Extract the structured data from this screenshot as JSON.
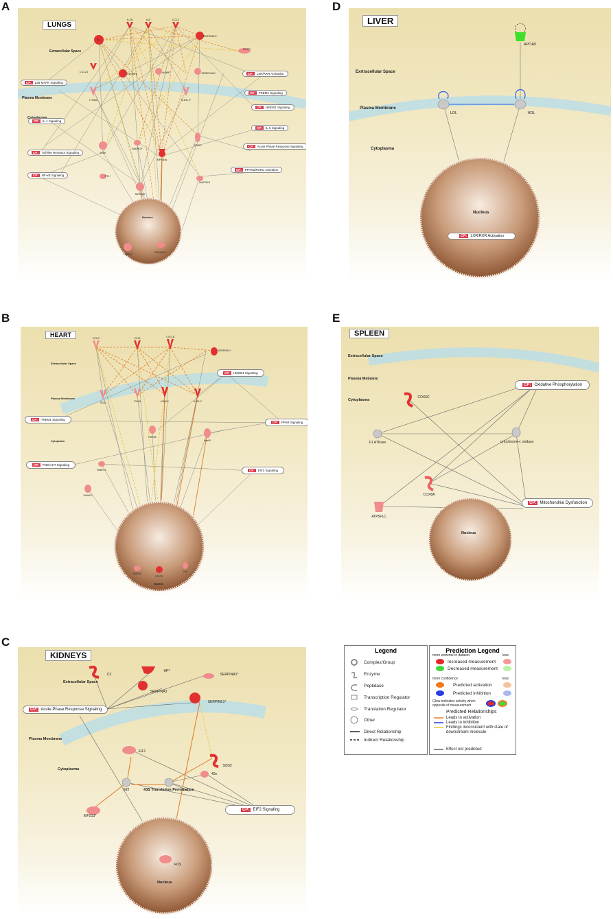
{
  "panel_labels": {
    "A": "A",
    "B": "B",
    "C": "C",
    "D": "D",
    "E": "E"
  },
  "lungs": {
    "title": "LUNGS",
    "regions": {
      "extracellular": "Extracellular Space",
      "membrane": "Plasma Membrane",
      "cytoplasm": "Cytoplasma",
      "nucleus": "Nucleus"
    },
    "molecules": [
      "IL1B",
      "IL6",
      "CCL2",
      "SERPINE1*",
      "IL1",
      "PLAT*",
      "CCL21",
      "TNFAIP6",
      "HAMP",
      "SERPINA1*",
      "ITGB2",
      "IL1RL1*",
      "IRAK",
      "MAPK3*",
      "SOD2",
      "NFKBIA",
      "FTL*",
      "MAP3K8",
      "MKK3/6",
      "TNIP1*",
      "TNFAIP3*"
    ],
    "pathways": [
      "LXR/RXR Activation",
      "p38 MAPK Signaling",
      "TREM1 Signaling",
      "HMGB1 Signaling",
      "IL-1 Signaling",
      "IL-6 Signaling",
      "Acute Phase Response Signaling",
      "Toll-like Receptor Signaling",
      "PPARα/RXRα Activation",
      "NF-κB Signaling"
    ]
  },
  "liver": {
    "title": "LIVER",
    "regions": {
      "extracellular": "Exrtracellular Space",
      "membrane": "Plasma Membrane",
      "cytoplasm": "Cytoplasma",
      "nucleus": "Nucleus"
    },
    "molecules": [
      "APOA5",
      "LDL",
      "HDL"
    ],
    "pathways": [
      "LXR/RXR Activation"
    ]
  },
  "heart": {
    "title": "HEART",
    "regions": {
      "extracellular": "Extracellular Space",
      "membrane": "Plasma Membrane",
      "cytoplasm": "Cytoplasm",
      "nucleus": "Nucleus"
    },
    "molecules": [
      "CCL3*",
      "CCL2",
      "CXCL8",
      "SERPINE1*",
      "SELE",
      "ITGA5",
      "ICAM1*",
      "IL1RL1*",
      "HSPA5",
      "Hsp90",
      "PABPC1",
      "YWHAZ*",
      "HMGN1",
      "STAT3*",
      "Hsf"
    ],
    "pathways": [
      "HMGB1 Signaling",
      "TREM1 Signaling",
      "PPAR Signaling",
      "PI3K/AKT Signaling",
      "EIF2 Signaling"
    ]
  },
  "spleen": {
    "title": "SPLEEN",
    "regions": {
      "extracellular": "Extracellular Space",
      "membrane": "Plasma Mebrane",
      "cytoplasm": "Cytoplasma",
      "nucleus": "Nucleus"
    },
    "molecules": [
      "COX6C",
      "F1 ATPase",
      "cytochrome-c oxidase",
      "COX8A",
      "ATP5F1C"
    ],
    "pathways": [
      "Oxidative Phosphorylation",
      "Mitochondrial Dysfunction"
    ]
  },
  "kidneys": {
    "title": "KIDNEYS",
    "regions": {
      "extracellular": "Extracellular Space",
      "membrane": "Plasma Membrane",
      "cytoplasm": "Cytoplasma",
      "nucleus": "Nucleus"
    },
    "molecules": [
      "C3",
      "HP*",
      "SERPINA3",
      "SERPINA1*",
      "SERPINE1*",
      "EIF1",
      "SOD2",
      "40s",
      "Eif2",
      "43S Translation Preinitiation",
      "EIF2S3*",
      "FOS"
    ],
    "pathways": [
      "Acute Phase Response Signaling",
      "EIF2 Signaling"
    ]
  },
  "cp": "CP:",
  "legend": {
    "title": "Legend",
    "items": [
      "Complex/Group",
      "Enzyme",
      "Peptidase",
      "Transcription Regulator",
      "Translation Regulator",
      "Other",
      "Direct Relationship",
      "Indirect Relationship"
    ]
  },
  "prediction_legend": {
    "title": "Prediction Legend",
    "more_extreme": "more extreme in dataset",
    "less": "less",
    "increased": "Increased measurement",
    "decreased": "Decreased measurement",
    "more_confidence": "more confidence",
    "activation": "Predicted activation",
    "inhibition": "Predicted inhibition",
    "glow": "Glow indicates activity when opposite of measurement",
    "relationships_title": "Predicted Relationships",
    "leads_activation": "Leads to activation",
    "leads_inhibition": "Leads to inhibition",
    "inconsistent": "Findings inconsistent with state of downstream molecule",
    "not_predicted": "Effect not predicted"
  },
  "colors": {
    "increased": "#e02a2a",
    "increased_light": "#f29a9a",
    "decreased": "#44d63e",
    "decreased_light": "#b8f2a8",
    "activation": "#f07a1a",
    "activation_light": "#f6c49a",
    "inhibition": "#2a3ce0",
    "inhibition_light": "#a9b8f0",
    "edge_orange": "#e07b22",
    "edge_yellow": "#e8c43a",
    "edge_grey": "#666666",
    "edge_blue": "#2a5fe0",
    "membrane": "#b8dde8",
    "nucleus": "#a96b45"
  }
}
